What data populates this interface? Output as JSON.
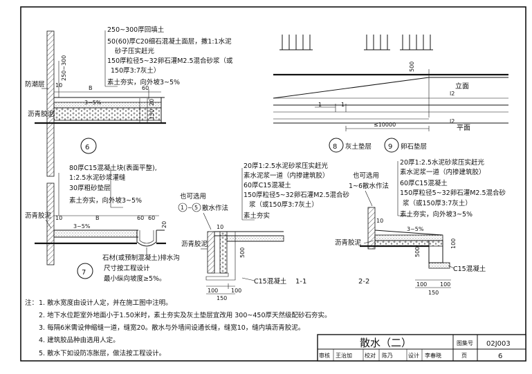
{
  "d6": {
    "notes": [
      "250~300厚回填土",
      "50(60)厚C20细石混凝土面层，撒1:1水泥",
      "砂子压实赶光",
      "150厚粒径5~32卵石灌M2.5混合砂浆（或",
      "150厚3:7灰土）",
      "素土夯实，向外坡3~5%"
    ],
    "label_moisture": "防潮层",
    "label_asphalt": "沥青胶泥",
    "dims": [
      "10",
      "B",
      "60",
      "250~300",
      "3~5%",
      "20",
      "150"
    ],
    "num": "6"
  },
  "d7": {
    "notes": [
      "80厚C15混凝土块(表面平整),",
      "1:2.5水泥砂浆灌缝",
      "30厚粗砂垫层",
      "素土夯实，向外坡3~5%"
    ],
    "label_asphalt": "沥青胶泥",
    "dims": [
      "10",
      "B",
      "60",
      "60",
      "20",
      "3~5%"
    ],
    "drain": [
      "石材(或预制混凝土)排水沟",
      "尺寸按工程设计",
      "最小纵向坡度≥5%。"
    ],
    "num": "7"
  },
  "elev": {
    "label_elev": "立面",
    "label_plan": "平面",
    "dims": [
      "500",
      "l2",
      "l2",
      "1",
      "1",
      "≤10000"
    ],
    "n8": "8",
    "t8": "灰土垫层",
    "n9": "9",
    "t9": "卵石垫层"
  },
  "s11": {
    "notes": [
      "20厚1:2.5水泥砂浆压实赶光",
      "素水泥浆一道（内掺建筑胶）",
      "60厚C15混凝土",
      "150厚粒径5~32卵石灌M2.5混合砂",
      "浆（或150厚3:7灰土）",
      "素土夯实"
    ],
    "alt": [
      "也可选用",
      "散水作法"
    ],
    "alt_range_a": "1",
    "alt_range_b": "5",
    "alt_range_sep": "~",
    "label_asphalt": "沥青胶泥",
    "dims": [
      "10",
      "500",
      "100",
      "100",
      "150"
    ],
    "c15": "C15混凝土",
    "title": "1-1"
  },
  "s22": {
    "notes": [
      "20厚1:2.5水泥砂浆压实赶光",
      "素水泥浆一道（内掺建筑胶）",
      "60厚C15混凝土",
      "150厚粒径5~32卵石灌M2.5混合砂",
      "浆（或150厚3:7灰土）",
      "素土夯实，向外坡3~5%"
    ],
    "alt": [
      "也可选用",
      "1~6散水作法"
    ],
    "label_asphalt": "沥青胶泥",
    "dims": [
      "10",
      "3~5%",
      "100",
      "500",
      "100",
      "100",
      "150"
    ],
    "c15": "C15混凝土",
    "title": "2-2"
  },
  "notes": {
    "prefix": "注：",
    "items": [
      "1. 散水宽度由设计人定，并在施工图中注明。",
      "2. 地下水位距室外地面小于1.50米时，素土夯实及灰土垫层宜改用 300~450厚天然级配砂石夯实。",
      "3. 每隔6米需设伸缩缝一道，缝宽20。散水与外墙间设通长缝，缝宽10，缝内填沥青胶泥。",
      "4. 建筑胶品种由选用人定。",
      "5. 散水下如设防冻胀层，做法按工程设计。"
    ]
  },
  "titleblock": {
    "title": "散水（二）",
    "atlas_label": "图集号",
    "atlas_no": "02J003",
    "review": "审核",
    "review_sign": "王治加",
    "check": "校对",
    "check_sign": "陈乃",
    "design": "设计",
    "design_sign": "李春晓",
    "page_label": "页",
    "page_no": "6"
  }
}
